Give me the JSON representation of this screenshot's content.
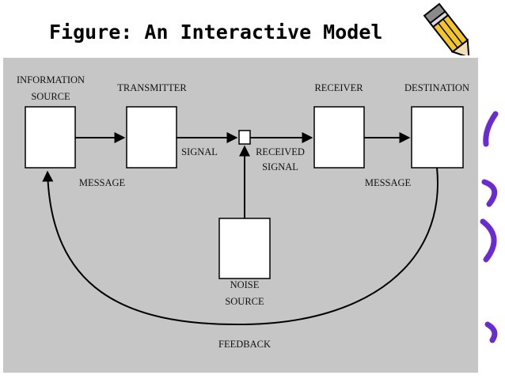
{
  "title": "Figure: An Interactive Model",
  "icons": {
    "pencil": "pencil-icon"
  },
  "colors": {
    "panel": "#c6c6c6",
    "pencil_body": "#f3c623",
    "decoration": "#6a2bd6"
  },
  "diagram": {
    "labels": {
      "info_source_line1": "INFORMATION",
      "info_source_line2": "SOURCE",
      "transmitter": "TRANSMITTER",
      "receiver": "RECEIVER",
      "destination": "DESTINATION",
      "message_left": "MESSAGE",
      "signal": "SIGNAL",
      "received_signal_line1": "RECEIVED",
      "received_signal_line2": "SIGNAL",
      "message_right": "MESSAGE",
      "noise_source_line1": "NOISE",
      "noise_source_line2": "SOURCE",
      "feedback": "FEEDBACK"
    }
  }
}
